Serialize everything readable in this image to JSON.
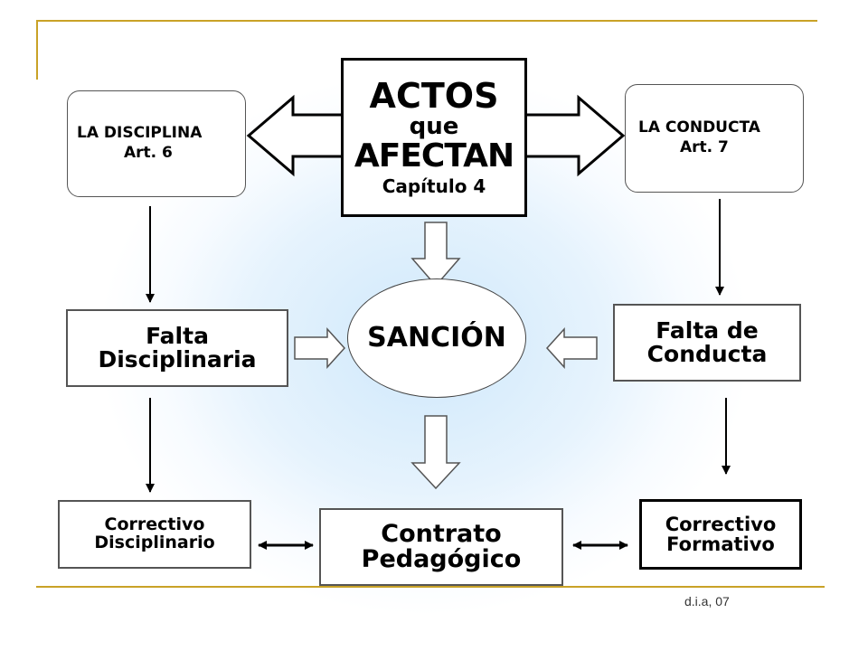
{
  "center": {
    "title_line1": "ACTOS",
    "title_line2": "que",
    "title_line3": "AFECTAN",
    "title_line4": "Capítulo 4"
  },
  "left_top": {
    "line1": "LA DISCIPLINA",
    "line2": "Art. 6"
  },
  "right_top": {
    "line1": "LA CONDUCTA",
    "line2": "Art. 7"
  },
  "left_mid": {
    "line1": "Falta",
    "line2": "Disciplinaria"
  },
  "right_mid": {
    "line1": "Falta de",
    "line2": "Conducta"
  },
  "sancion": {
    "label": "SANCIÓN"
  },
  "left_bottom": {
    "line1": "Correctivo",
    "line2": "Disciplinario"
  },
  "center_bottom": {
    "line1": "Contrato",
    "line2": "Pedagógico"
  },
  "right_bottom": {
    "line1": "Correctivo",
    "line2": "Formativo"
  },
  "footer": {
    "note": "d.i.a, 07"
  },
  "colors": {
    "accent_lines": "#c9a227",
    "glow": "#cfe8fb"
  }
}
